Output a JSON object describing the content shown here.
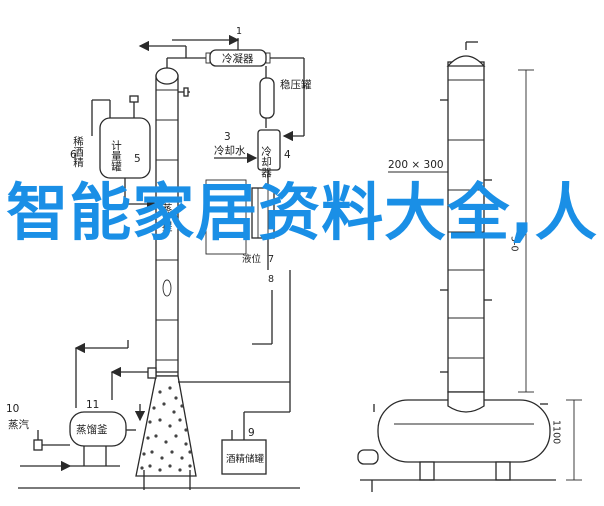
{
  "headline": "智能家居资料大全,人",
  "labels": {
    "condenser": "冷凝器",
    "surge_tank": "稳压罐",
    "cooling_water_num": "3",
    "cooling_water": "冷却水",
    "cooler": "冷却器",
    "cooler_num": "4",
    "dilute_alcohol_num": "6",
    "dilute_alcohol": "稀酒精",
    "metering_tank": "计量罐",
    "metering_tank_num": "5",
    "evaporation_label": "蒸",
    "extract_label": "提",
    "liquid_level": "液位",
    "liquid_level_num": "7",
    "port_num_8": "8",
    "steam_num": "10",
    "steam": "蒸汽",
    "evaporator_tank": "蒸馏釜",
    "evaporator_num": "11",
    "alcohol_tank": "酒精储罐",
    "alcohol_tank_num": "9",
    "dim_width": "200 × 300",
    "dim_height": "1100",
    "dim_tower": "5-0"
  },
  "colors": {
    "headline": "#1a8fe6",
    "line": "#2a2a2a",
    "background": "#ffffff"
  }
}
